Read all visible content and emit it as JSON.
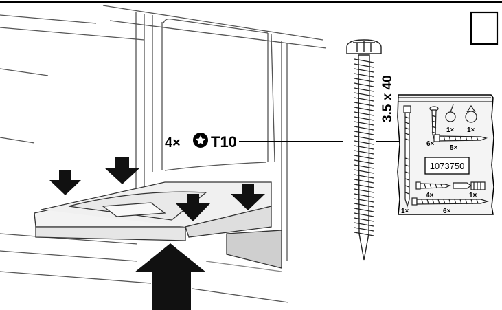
{
  "callout": {
    "quantity": "4×",
    "tool": "T10"
  },
  "screw": {
    "dimension": "3.5 x 40"
  },
  "parts_card": {
    "part_number": "1073750",
    "counts": {
      "clip_a": "1×",
      "clip_b": "1×",
      "small_screws": "6×",
      "long_screw": "5×",
      "side_screw": "1×",
      "short_screws": "4×",
      "plug": "1×",
      "bottom_screws": "6×"
    }
  },
  "colors": {
    "ink": "#000000",
    "panel": "#f2f2f2",
    "card": "#f4f4f4",
    "arrow": "#111111"
  },
  "icons": {
    "torx": "torx-icon",
    "step_box": "step-checkbox"
  }
}
